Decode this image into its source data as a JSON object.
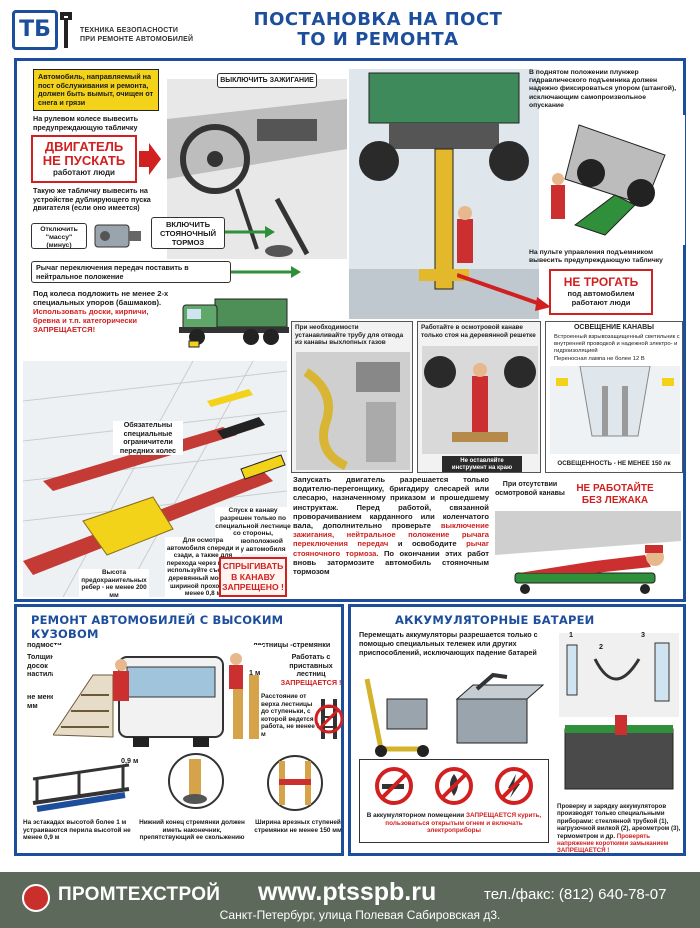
{
  "header": {
    "logo_text": "ТБ",
    "subtitle_line1": "ТЕХНИКА БЕЗОПАСНОСТИ",
    "subtitle_line2": "ПРИ РЕМОНТЕ АВТОМОБИЛЕЙ",
    "title_line1": "ПОСТАНОВКА НА ПОСТ",
    "title_line2": "ТО И РЕМОНТА"
  },
  "top_section": {
    "car_arrival_note": "Автомобиль, направляемый на пост обслуживания и ремонта, должен быть вымыт, очищен от снега и грязи",
    "steering_note": "На рулевом колесе вывесить предупреждающую табличку",
    "engine_sign_line1": "ДВИГАТЕЛЬ",
    "engine_sign_line2": "НЕ ПУСКАТЬ",
    "engine_sign_line3": "работают люди",
    "duplicate_note": "Такую же табличку вывесить на устройстве дублирующего пуска двигателя (если оно имеется)",
    "ignition_label": "ВЫКЛЮЧИТЬ ЗАЖИГАНИЕ",
    "ground_label": "Отключить \"массу\" (минус)",
    "brake_label": "ВКЛЮЧИТЬ СТОЯНОЧНЫЙ ТОРМОЗ",
    "gear_label": "Рычаг переключения передач поставить в нейтральное положение",
    "wheel_chocks_text": "Под колеса подложить не менее 2-х специальных упоров (башмаков).",
    "wheel_chocks_red": "Использовать доски, кирпичи, бревна и т.п. категорически ЗАПРЕЩАЕТСЯ!",
    "lift_note": "В поднятом положении плунжер гидравлического подъемника должен надежно фиксироваться упором (штангой), исключающим самопроизвольное опускание",
    "lift_console_note": "На пульте управления подъемником вывесить предупреждающую табличку",
    "lift_sign_line1": "НЕ ТРОГАТЬ",
    "lift_sign_line2": "под автомобилем работают люди"
  },
  "middle_section": {
    "exhaust_note": "При необходимости устанавливайте трубу для отвода из канавы выхлопных газов",
    "grate_note": "Работайте в осмотровой канаве только стоя на деревянной решетке",
    "tool_note": "Не оставляйте инструмент на краю канавы",
    "lighting_title": "ОСВЕЩЕНИЕ КАНАВЫ",
    "lighting_item1": "Встроенный взрывозащищенный светильник с внутренней проводкой и надежной электро- и гидроизоляцией",
    "lighting_item2": "Переносная лампа не более 12 В",
    "lighting_level": "ОСВЕЩЕННОСТЬ - НЕ МЕНЕЕ 150 лк",
    "wheel_limiter_note": "Обязательны специальные ограничители передних колес",
    "ditch_descent_note": "Спуск в канаву разрешен только по специальной лестнице со стороны, противоположной въезду автомобиля",
    "bridge_note": "Для осмотра автомобиля спереди и сзади, а также для перехода через канаву используйте съемный деревянный мостик с шириной прохода не менее 0,8 м",
    "curb_note": "Высота предохранительных ребер - не менее 200 мм",
    "jump_warning_line1": "СПРЫГИВАТЬ",
    "jump_warning_line2": "В КАНАВУ",
    "jump_warning_line3": "ЗАПРЕЩЕНО !",
    "engine_start_text1": "Запускать двигатель разрешается только водителю-перегонщику, бригадиру слесарей или слесарю, назначенному приказом и прошедшему инструктаж.",
    "engine_start_text2": "Перед работой, связанной проворачиванием карданного или коленчатого вала, дополнительно проверьте",
    "engine_start_red1": "выключение зажигания, нейтральное положение рычага переключения передач",
    "engine_start_text3": "и освободите",
    "engine_start_red2": "рычаг стояночного тормоза.",
    "engine_start_text4": "По окончании этих работ вновь затормозите автомобиль стояночным тормозом",
    "no_pit_note": "При отсутствии осмотровой канавы",
    "no_pit_warning_line1": "НЕ РАБОТАЙТЕ",
    "no_pit_warning_line2": "БЕЗ ЛЕЖАКА"
  },
  "bottom_left": {
    "title": "РЕМОНТ АВТОМОБИЛЕЙ С ВЫСОКИМ КУЗОВОМ",
    "stands_label": "подмости",
    "ladders_label": "лестницы -стремянки",
    "deck_label": "Толщина досок настила",
    "deck_value": "не менее 50 мм",
    "height_label": "1 м",
    "attached_ladders_line1": "Работать с приставных лестниц",
    "attached_ladders_line2": "ЗАПРЕЩАЕТСЯ !",
    "top_step_note": "Расстояние от верха лестницы до ступеньки, с которой ведется работа, не менее 1 м",
    "railing_note": "На эстакадах высотой более 1 м устраиваются перила высотой не менее 0,9 м",
    "railing_height": "0,9 м",
    "tips_note": "Нижний конец стремянки должен иметь наконечник, препятствующий ее скольжению",
    "step_width_note": "Ширина врезных ступеней стремянки не менее 150 мм"
  },
  "bottom_right": {
    "title": "АККУМУЛЯТОРНЫЕ БАТАРЕИ",
    "transport_note": "Перемещать аккумуляторы разрешается только с помощью специальных тележек или других приспособлений, исключающих падение батарей",
    "battery_room_note": "В аккумуляторном помещении",
    "battery_room_red": "ЗАПРЕЩАЕТСЯ курить, пользоваться открытым огнем и включать электроприборы",
    "check_note": "Проверку и зарядку аккумуляторов производят только специальными приборами: стеклянной трубкой (1), нагрузочной вилкой (2), ареометром (3), термометром и др.",
    "check_red": "Проверять напряжение короткими замыканием ЗАПРЕЩАЕТСЯ !",
    "callout_1": "1",
    "callout_2": "2",
    "callout_3": "3"
  },
  "footer": {
    "company": "ПРОМТЕХСТРОЙ",
    "website": "www.ptsspb.ru",
    "phone": "тел./факс: (812) 640-78-07",
    "address": "Санкт-Петербург, улица Полевая Сабировская д3."
  },
  "colors": {
    "brand_blue": "#1d4e9c",
    "warning_red": "#d21f1f",
    "highlight_yellow": "#f3d21a",
    "footer_green": "#5d6a5b"
  }
}
